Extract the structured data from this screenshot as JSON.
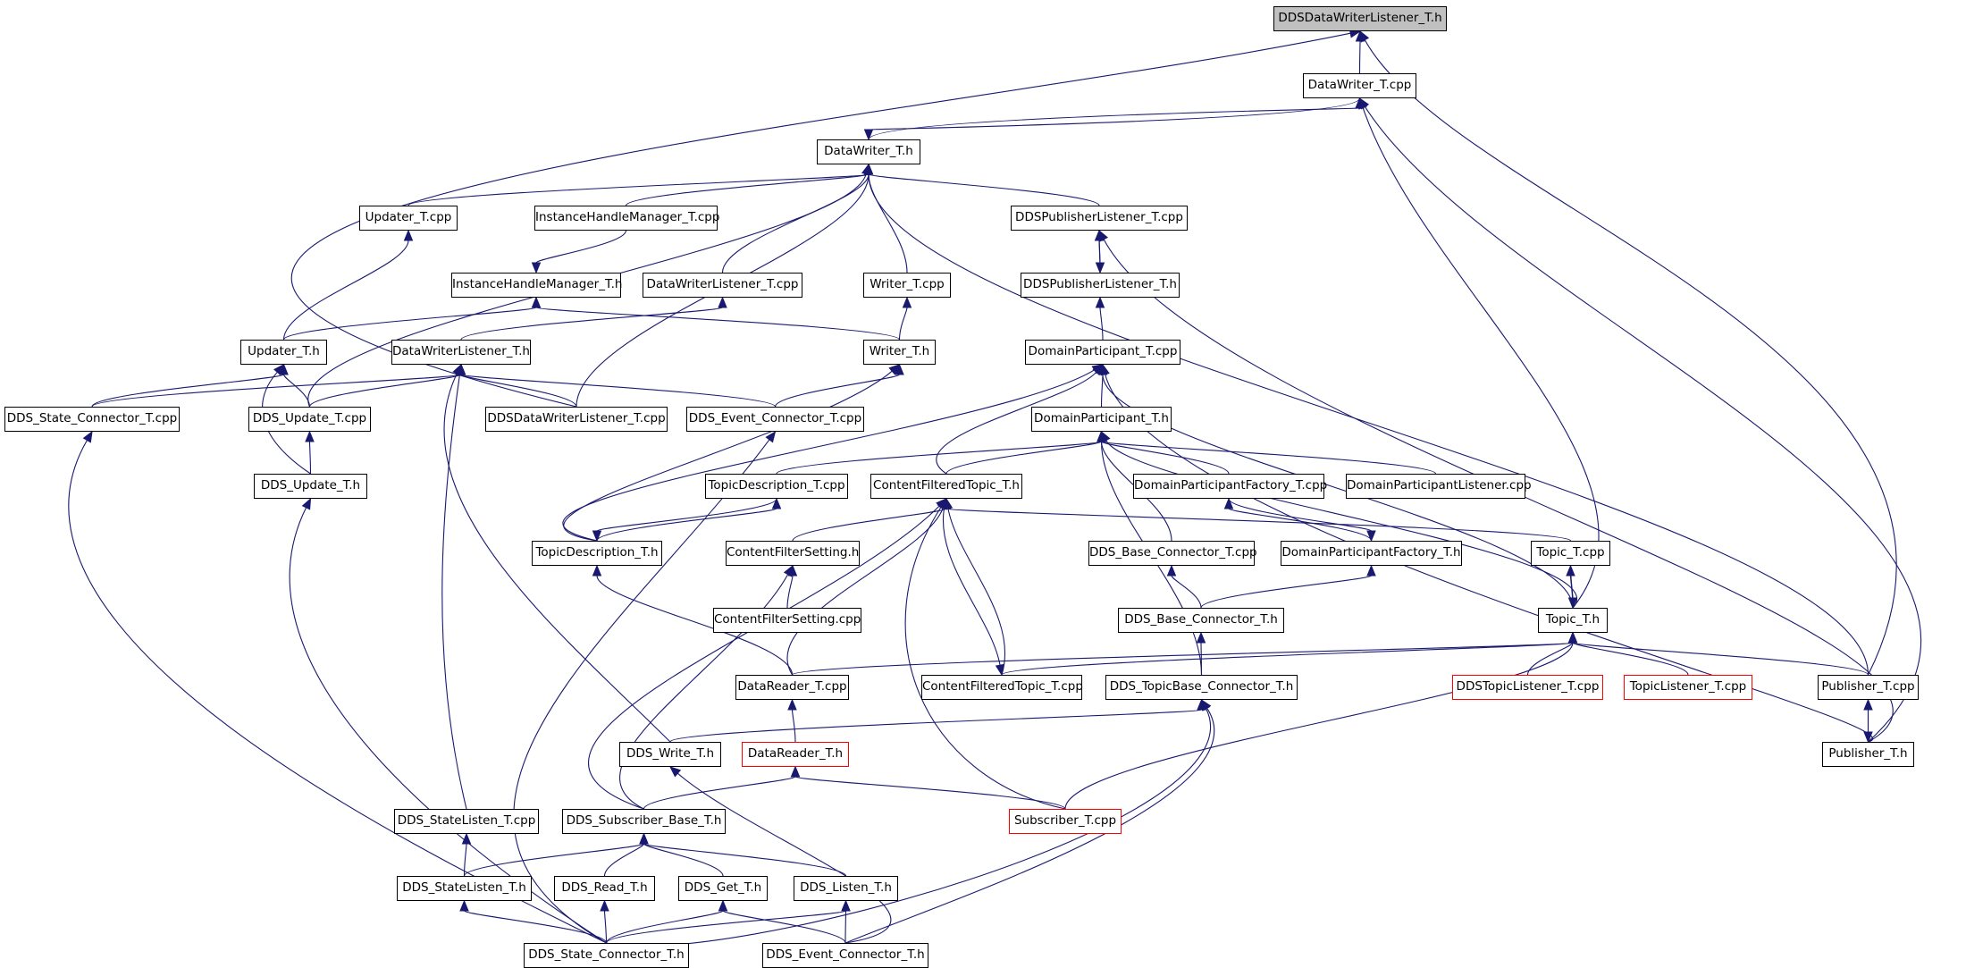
{
  "graph": {
    "title": "DDSDataWriterListener_T.h",
    "colors": {
      "edge": "#191970",
      "node_border": "#000000",
      "root_fill": "#c0c0c0",
      "truncated_border": "#ff0000"
    },
    "nodes": {
      "root": {
        "label": "DDSDataWriterListener_T.h",
        "kind": "root"
      },
      "dw_cpp": {
        "label": "DataWriter_T.cpp"
      },
      "dw_h": {
        "label": "DataWriter_T.h"
      },
      "upd_cpp": {
        "label": "Updater_T.cpp"
      },
      "ihm_cpp": {
        "label": "InstanceHandleManager_T.cpp"
      },
      "ddspl_cpp": {
        "label": "DDSPublisherListener_T.cpp"
      },
      "ihm_h": {
        "label": "InstanceHandleManager_T.h"
      },
      "dwl_cpp": {
        "label": "DataWriterListener_T.cpp"
      },
      "writer_cpp": {
        "label": "Writer_T.cpp"
      },
      "ddspl_h": {
        "label": "DDSPublisherListener_T.h"
      },
      "upd_h": {
        "label": "Updater_T.h"
      },
      "dwl_h": {
        "label": "DataWriterListener_T.h"
      },
      "writer_h": {
        "label": "Writer_T.h"
      },
      "dp_cpp": {
        "label": "DomainParticipant_T.cpp"
      },
      "dsc_cpp": {
        "label": "DDS_State_Connector_T.cpp"
      },
      "ddsupd_cpp": {
        "label": "DDS_Update_T.cpp"
      },
      "ddsdwl_cpp": {
        "label": "DDSDataWriterListener_T.cpp"
      },
      "dec_cpp": {
        "label": "DDS_Event_Connector_T.cpp"
      },
      "dp_h": {
        "label": "DomainParticipant_T.h"
      },
      "ddsupd_h": {
        "label": "DDS_Update_T.h"
      },
      "td_cpp": {
        "label": "TopicDescription_T.cpp"
      },
      "cft_h": {
        "label": "ContentFilteredTopic_T.h"
      },
      "dpf_cpp": {
        "label": "DomainParticipantFactory_T.cpp"
      },
      "dpl_cpp": {
        "label": "DomainParticipantListener.cpp"
      },
      "td_h": {
        "label": "TopicDescription_T.h"
      },
      "cfs_h": {
        "label": "ContentFilterSetting.h"
      },
      "dbc_cpp": {
        "label": "DDS_Base_Connector_T.cpp"
      },
      "dpf_h": {
        "label": "DomainParticipantFactory_T.h"
      },
      "topic_cpp": {
        "label": "Topic_T.cpp"
      },
      "cfs_cpp": {
        "label": "ContentFilterSetting.cpp"
      },
      "dbc_h": {
        "label": "DDS_Base_Connector_T.h"
      },
      "topic_h": {
        "label": "Topic_T.h"
      },
      "dr_cpp": {
        "label": "DataReader_T.cpp"
      },
      "cft_cpp": {
        "label": "ContentFilteredTopic_T.cpp"
      },
      "dtbc_h": {
        "label": "DDS_TopicBase_Connector_T.h"
      },
      "ddstl_cpp": {
        "label": "DDSTopicListener_T.cpp",
        "kind": "truncated"
      },
      "tl_cpp": {
        "label": "TopicListener_T.cpp",
        "kind": "truncated"
      },
      "pub_cpp": {
        "label": "Publisher_T.cpp"
      },
      "write_h": {
        "label": "DDS_Write_T.h"
      },
      "dr_h": {
        "label": "DataReader_T.h",
        "kind": "truncated"
      },
      "pub_h": {
        "label": "Publisher_T.h"
      },
      "sl_cpp": {
        "label": "DDS_StateListen_T.cpp"
      },
      "dsb_h": {
        "label": "DDS_Subscriber_Base_T.h"
      },
      "sub_cpp": {
        "label": "Subscriber_T.cpp",
        "kind": "truncated"
      },
      "sl_h": {
        "label": "DDS_StateListen_T.h"
      },
      "read_h": {
        "label": "DDS_Read_T.h"
      },
      "get_h": {
        "label": "DDS_Get_T.h"
      },
      "listen_h": {
        "label": "DDS_Listen_T.h"
      },
      "dsc_h": {
        "label": "DDS_State_Connector_T.h"
      },
      "dec_h": {
        "label": "DDS_Event_Connector_T.h"
      }
    },
    "edges": [
      [
        "dw_cpp",
        "root"
      ],
      [
        "dw_h",
        "dw_cpp"
      ],
      [
        "dw_cpp",
        "dw_h"
      ],
      [
        "upd_cpp",
        "dw_h"
      ],
      [
        "ihm_cpp",
        "dw_h"
      ],
      [
        "ddspl_cpp",
        "dw_h"
      ],
      [
        "dwl_cpp",
        "dw_h"
      ],
      [
        "writer_cpp",
        "dw_h"
      ],
      [
        "ddsupd_cpp",
        "dw_h"
      ],
      [
        "ddsdwl_cpp",
        "dw_h"
      ],
      [
        "pub_cpp",
        "dw_h"
      ],
      [
        "ddsdwl_cpp",
        "root"
      ],
      [
        "pub_cpp",
        "root"
      ],
      [
        "topic_h",
        "dw_cpp"
      ],
      [
        "pub_h",
        "dw_cpp"
      ],
      [
        "ihm_cpp",
        "ihm_h"
      ],
      [
        "ddspl_cpp",
        "ddspl_h"
      ],
      [
        "ddspl_h",
        "ddspl_cpp"
      ],
      [
        "pub_h",
        "ddspl_cpp"
      ],
      [
        "dp_cpp",
        "ddspl_h"
      ],
      [
        "upd_h",
        "upd_cpp"
      ],
      [
        "upd_h",
        "ihm_h"
      ],
      [
        "writer_h",
        "ihm_h"
      ],
      [
        "dwl_h",
        "dwl_cpp"
      ],
      [
        "writer_h",
        "writer_cpp"
      ],
      [
        "dsc_cpp",
        "upd_h"
      ],
      [
        "ddsupd_cpp",
        "upd_h"
      ],
      [
        "ddsupd_h",
        "upd_h"
      ],
      [
        "dsc_cpp",
        "dwl_h"
      ],
      [
        "ddsupd_cpp",
        "dwl_h"
      ],
      [
        "ddsdwl_cpp",
        "dwl_h"
      ],
      [
        "dec_cpp",
        "dwl_h"
      ],
      [
        "write_h",
        "dwl_h"
      ],
      [
        "sl_cpp",
        "dwl_h"
      ],
      [
        "dec_cpp",
        "writer_h"
      ],
      [
        "td_h",
        "writer_h"
      ],
      [
        "ddsupd_h",
        "ddsupd_cpp"
      ],
      [
        "dp_h",
        "dp_cpp"
      ],
      [
        "cft_h",
        "dp_cpp"
      ],
      [
        "td_h",
        "dp_cpp"
      ],
      [
        "topic_h",
        "dp_cpp"
      ],
      [
        "pub_h",
        "dp_cpp"
      ],
      [
        "td_cpp",
        "dp_h"
      ],
      [
        "cft_h",
        "dp_h"
      ],
      [
        "dpf_cpp",
        "dp_h"
      ],
      [
        "dpl_cpp",
        "dp_h"
      ],
      [
        "dbc_cpp",
        "dp_h"
      ],
      [
        "topic_h",
        "dp_h"
      ],
      [
        "dtbc_h",
        "dp_h"
      ],
      [
        "td_h",
        "td_cpp"
      ],
      [
        "td_cpp",
        "td_h"
      ],
      [
        "cfs_h",
        "cft_h"
      ],
      [
        "cft_cpp",
        "cft_h"
      ],
      [
        "cft_h",
        "cft_cpp"
      ],
      [
        "dr_cpp",
        "cft_h"
      ],
      [
        "dsb_h",
        "cft_h"
      ],
      [
        "sub_cpp",
        "cft_h"
      ],
      [
        "topic_cpp",
        "cft_h"
      ],
      [
        "dpf_h",
        "dpf_cpp"
      ],
      [
        "dpf_cpp",
        "dpf_h"
      ],
      [
        "dr_cpp",
        "td_h"
      ],
      [
        "cfs_cpp",
        "cfs_h"
      ],
      [
        "dsb_h",
        "cfs_h"
      ],
      [
        "dbc_h",
        "dbc_cpp"
      ],
      [
        "dbc_h",
        "dpf_h"
      ],
      [
        "topic_h",
        "topic_cpp"
      ],
      [
        "topic_cpp",
        "topic_h"
      ],
      [
        "dtbc_h",
        "dbc_h"
      ],
      [
        "dr_cpp",
        "topic_h"
      ],
      [
        "cft_cpp",
        "topic_h"
      ],
      [
        "ddstl_cpp",
        "topic_h"
      ],
      [
        "tl_cpp",
        "topic_h"
      ],
      [
        "pub_cpp",
        "topic_h"
      ],
      [
        "sub_cpp",
        "topic_h"
      ],
      [
        "dr_h",
        "dr_cpp"
      ],
      [
        "write_h",
        "dtbc_h"
      ],
      [
        "dsc_h",
        "dtbc_h"
      ],
      [
        "dec_h",
        "dtbc_h"
      ],
      [
        "pub_h",
        "pub_cpp"
      ],
      [
        "pub_cpp",
        "pub_h"
      ],
      [
        "dsb_h",
        "dr_h"
      ],
      [
        "sub_cpp",
        "dr_h"
      ],
      [
        "dec_h",
        "write_h"
      ],
      [
        "sl_h",
        "sl_cpp"
      ],
      [
        "sl_h",
        "dsb_h"
      ],
      [
        "read_h",
        "dsb_h"
      ],
      [
        "get_h",
        "dsb_h"
      ],
      [
        "listen_h",
        "dsb_h"
      ],
      [
        "dsc_h",
        "sl_h"
      ],
      [
        "dsc_h",
        "read_h"
      ],
      [
        "dsc_h",
        "get_h"
      ],
      [
        "dec_h",
        "get_h"
      ],
      [
        "dsc_h",
        "listen_h"
      ],
      [
        "dec_h",
        "listen_h"
      ],
      [
        "dsc_h",
        "dsc_cpp"
      ],
      [
        "dsc_h",
        "ddsupd_h"
      ],
      [
        "dsc_h",
        "dec_cpp"
      ]
    ]
  }
}
